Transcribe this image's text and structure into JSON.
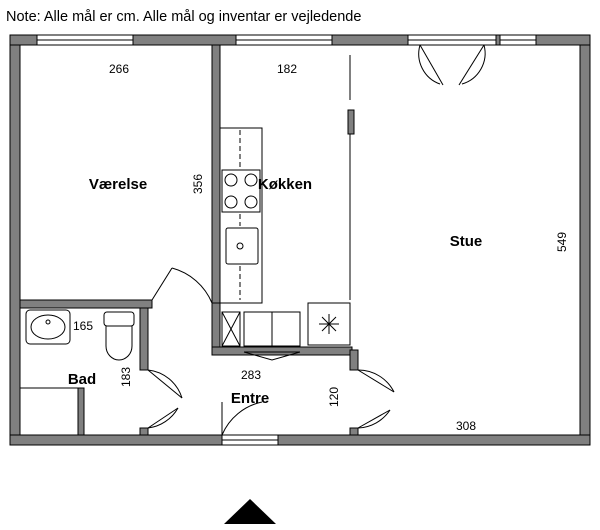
{
  "note": "Note: Alle mål er cm. Alle mål og inventar er vejledende",
  "rooms": {
    "vaerelse": "Værelse",
    "kokken": "Køkken",
    "stue": "Stue",
    "bad": "Bad",
    "entre": "Entre"
  },
  "dimensions": {
    "vaerelse_width": "266",
    "vaerelse_depth": "356",
    "kokken_width": "182",
    "stue_depth": "549",
    "stue_width": "308",
    "bad_fixture": "165",
    "bad_depth": "183",
    "entre_width": "283",
    "entre_depth": "120"
  },
  "colors": {
    "wall": "#808080",
    "line": "#000000"
  },
  "icons": {
    "entrance": "triangle-up-icon"
  }
}
